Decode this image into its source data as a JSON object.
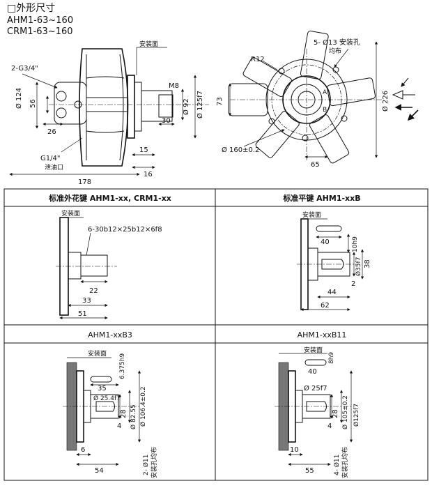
{
  "header": {
    "title": "□外形尺寸",
    "model_line1": "AHM1-63~160",
    "model_line2": "CRM1-63~160"
  },
  "top_view_side": {
    "install_face": "安装面",
    "port": "2-G3/4\"",
    "dia_124": "Ø 124",
    "dim_56": "56",
    "dim_26": "26",
    "drain_port": "G1/4\"",
    "drain_label": "泄油口",
    "dim_178": "178",
    "thread": "M8",
    "dim_30": "30",
    "dia_92": "Ø 92",
    "dia_125f7": "Ø 125f7",
    "dim_15": "15",
    "dim_16": "16"
  },
  "top_view_front": {
    "holes": "5- Ø13 安装孔",
    "holes_note": "均布",
    "radius": "R12",
    "dim_73": "73",
    "dia_226": "Ø 226",
    "dia_160": "Ø 160±0.2",
    "dim_65": "65",
    "port_a": "A",
    "port_b": "B"
  },
  "panels": {
    "p1": {
      "title": "标准外花键 AHM1-xx, CRM1-xx",
      "install_face": "安装面",
      "spline": "6-30b12×25b12×6f8",
      "dim_22": "22",
      "dim_33": "33",
      "dim_51": "51"
    },
    "p2": {
      "title": "标准平键 AHM1-xxB",
      "install_face": "安装面",
      "dim_40": "40",
      "key_width": "10h9",
      "dia_35f7": "Ø35f7",
      "dim_38": "38",
      "dim_2": "2",
      "dim_44": "44",
      "dim_62": "62"
    },
    "p3": {
      "title": "AHM1-xxB3",
      "install_face": "安装面",
      "key": "6.375h9",
      "dim_35": "35",
      "dia_25_4": "Ø 25.4f7",
      "dim_28": "28",
      "dim_4": "4",
      "dia_82_55": "Ø 82.55",
      "dia_106_4": "Ø 106.4±0.2",
      "dim_6": "6",
      "dim_54": "54",
      "holes": "2- Ø11",
      "holes_note": "安装孔均布"
    },
    "p4": {
      "title": "AHM1-xxB11",
      "install_face": "安装面",
      "key": "8h9",
      "dim_40": "40",
      "dia_25f7": "Ø 25f7",
      "dim_28": "28",
      "dim_4": "4",
      "dia_105": "Ø 105±0.2",
      "dia_125f7": "Ø125f7",
      "dim_10": "10",
      "dim_55": "55",
      "holes": "4- Ø11",
      "holes_note": "安装孔均布"
    }
  }
}
